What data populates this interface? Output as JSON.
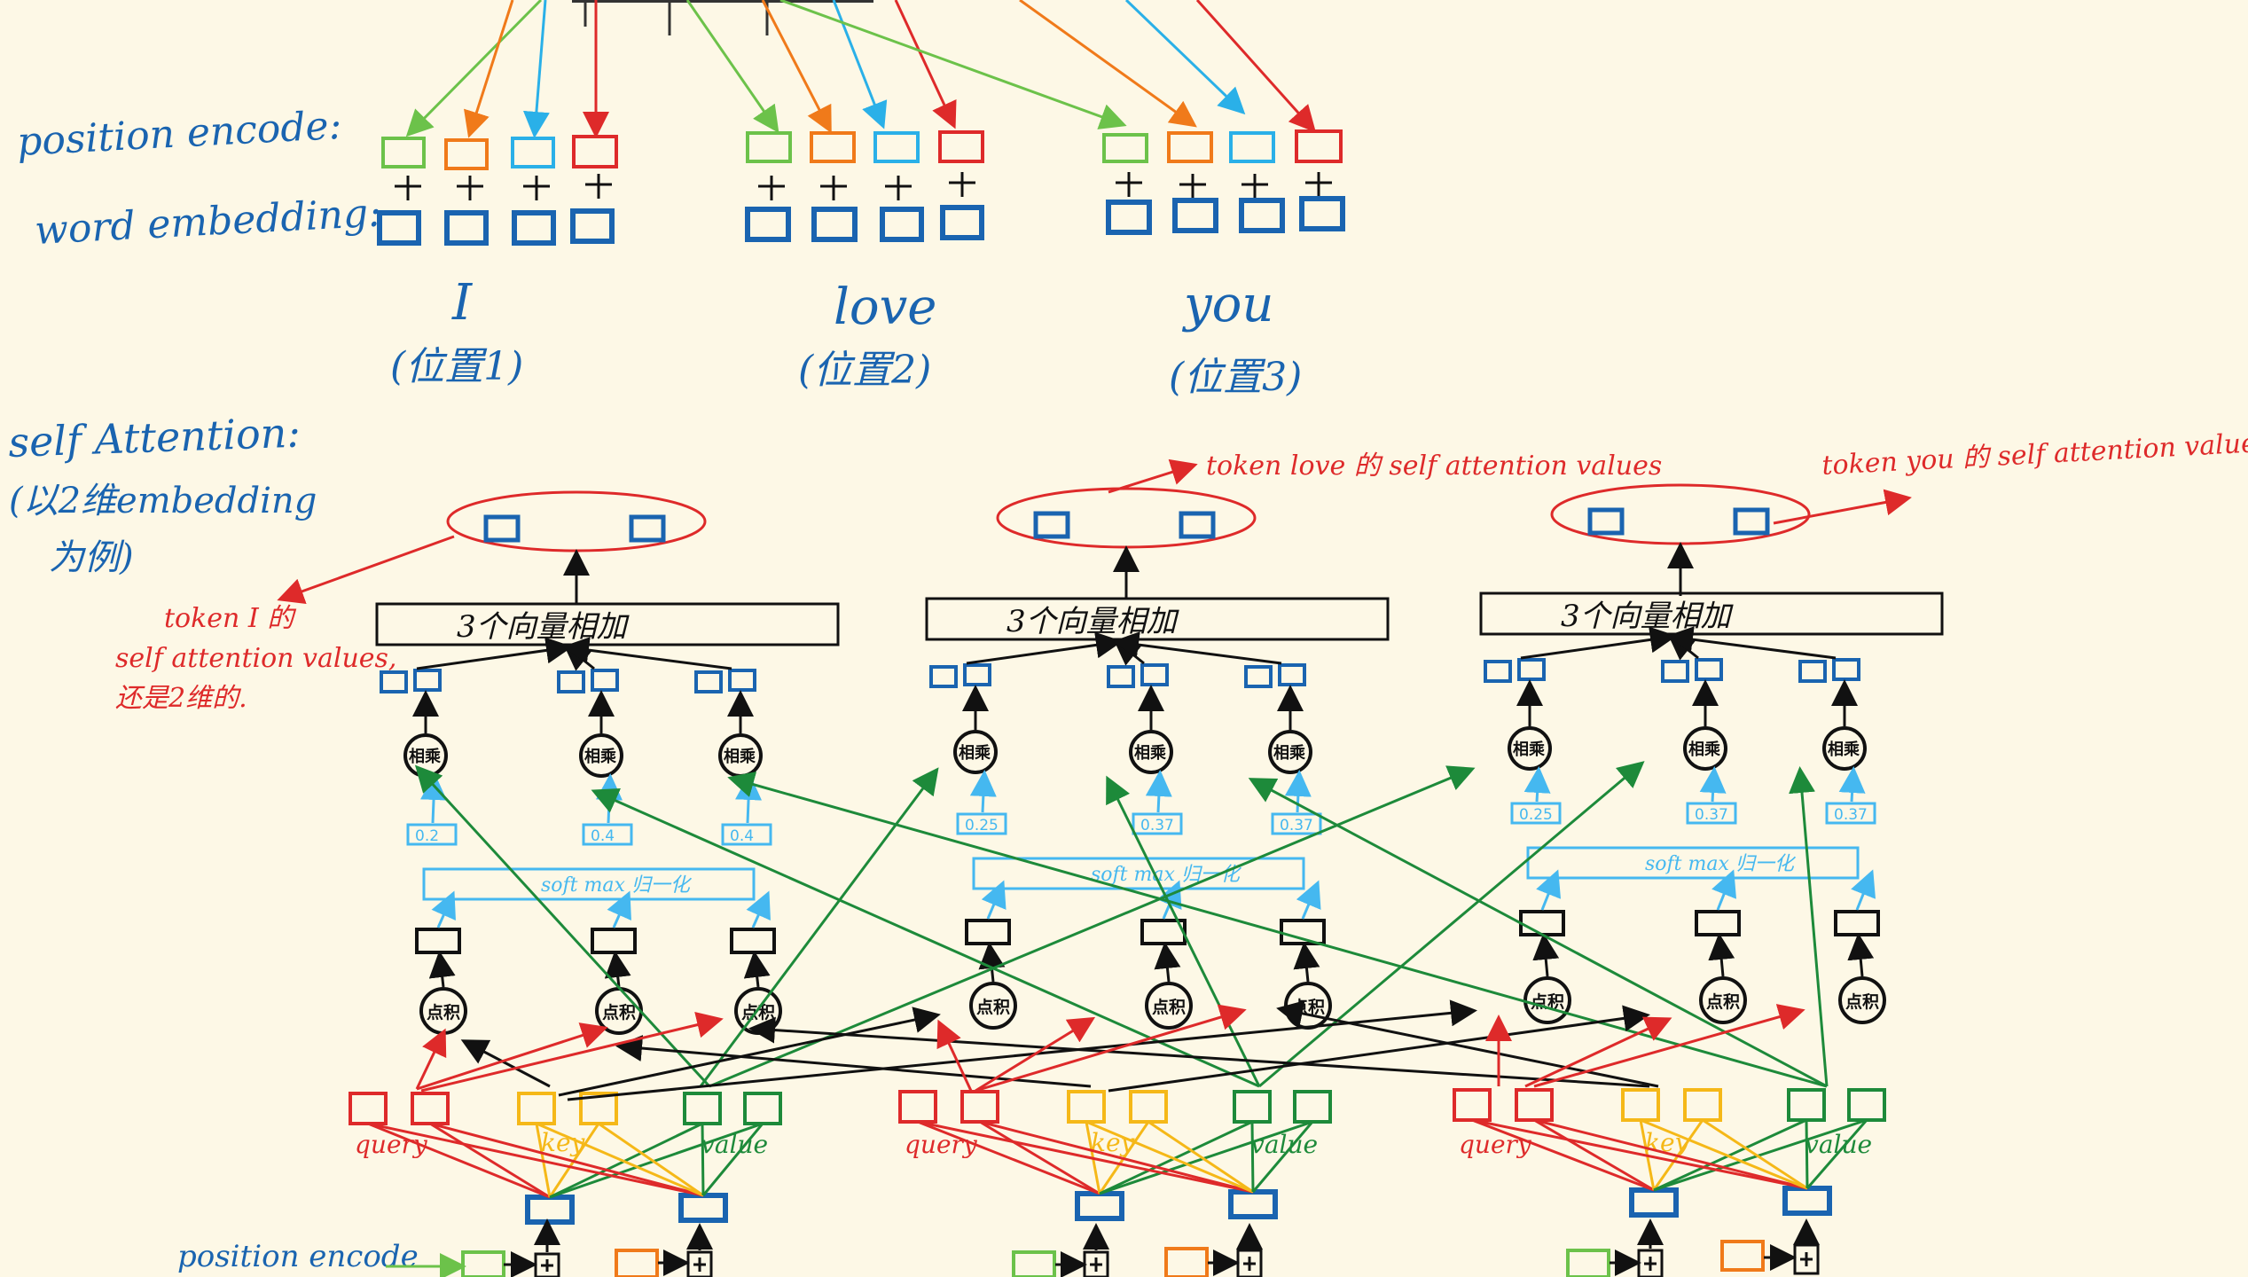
{
  "colors": {
    "background": "#fdf8e6",
    "blue": "#1a64b0",
    "red": "#de2a2a",
    "green": "#1d8a3a",
    "lime": "#6cc24a",
    "orange": "#f07a1a",
    "cyan": "#2ab0e8",
    "light_blue": "#45b8f0",
    "yellow": "#f5b818",
    "black": "#111111"
  },
  "labels": {
    "position_encode": "position encode:",
    "word_embedding": "word embedding:",
    "self_attention": "self Attention:",
    "self_attention_note_1": "(以2维embedding",
    "self_attention_note_2": "为例)",
    "token_i_note_1": "token I 的",
    "token_i_note_2": "self attention values,",
    "token_i_note_3": "还是2维的.",
    "token_love_note": "token love 的 self attention values",
    "token_you_note": "token you 的 self attention value",
    "position_encode_bottom": "position encode"
  },
  "tokens": [
    {
      "word": "I",
      "position": "(位置1)"
    },
    {
      "word": "love",
      "position": "(位置2)"
    },
    {
      "word": "you",
      "position": "(位置3)"
    }
  ],
  "blocks": [
    {
      "sum_label": "3个向量相加",
      "softmax_label": "soft max 归一化",
      "weights": [
        "0.2",
        "0.4",
        "0.4"
      ],
      "multiply_labels": [
        "相乘",
        "相乘",
        "相乘"
      ],
      "dot_labels": [
        "点积",
        "点积",
        "点积"
      ],
      "query_label": "query",
      "key_label": "key",
      "value_label": "value"
    },
    {
      "sum_label": "3个向量相加",
      "softmax_label": "soft max 归一化",
      "weights": [
        "0.25",
        "0.37",
        "0.37"
      ],
      "multiply_labels": [
        "相乘",
        "相乘",
        "相乘"
      ],
      "dot_labels": [
        "点积",
        "点积",
        "点积"
      ],
      "query_label": "query",
      "key_label": "key",
      "value_label": "value"
    },
    {
      "sum_label": "3个向量相加",
      "softmax_label": "soft max 归一化",
      "weights": [
        "0.25",
        "0.37",
        "0.37"
      ],
      "multiply_labels": [
        "相乘",
        "相乘",
        "相乘"
      ],
      "dot_labels": [
        "点积",
        "点积",
        "点积"
      ],
      "query_label": "query",
      "key_label": "key",
      "value_label": "value"
    }
  ]
}
